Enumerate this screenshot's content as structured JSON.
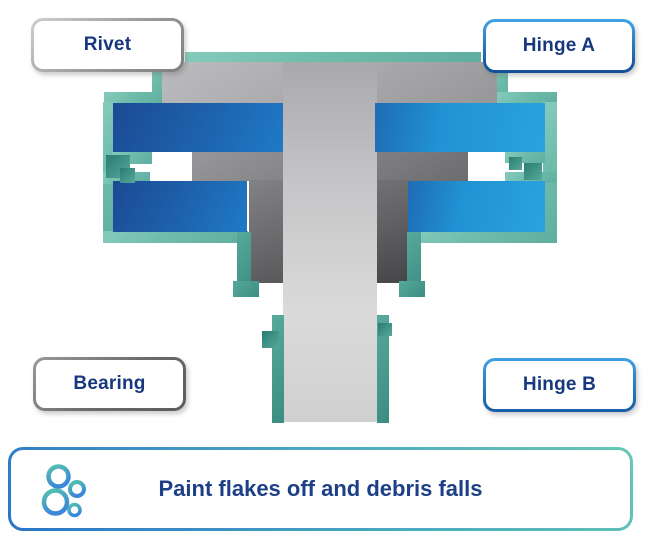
{
  "diagram": {
    "title_hint": "Cross-section of riveted hinge joint with flaking paint coating",
    "labels": {
      "rivet": "Rivet",
      "hinge_a": "Hinge A",
      "bearing": "Bearing",
      "hinge_b": "Hinge B"
    },
    "caption": {
      "text": "Paint flakes off and debris falls",
      "icon": "bubbles-icon"
    },
    "colors": {
      "label_text": "#17387f",
      "caption_text": "#1c3f87",
      "coating_teal_light": "#6fbcac",
      "coating_teal_mid": "#3a8d81",
      "debris_teal_dark": "#2a7d72",
      "hinge_left_blue_dark": "#1c4a94",
      "hinge_left_blue_light": "#1f7ac6",
      "hinge_right_blue": "#2193d4",
      "rivet_gray_light": "#dadada",
      "rivet_gray_dark": "#454548",
      "neutral_border_light": "#9a9a9a",
      "neutral_border_dark": "#6a6a6a",
      "hinge_border_light": "#41a3e3",
      "hinge_border_dark": "#124e99",
      "banner_border_teal": "#66c8b4",
      "banner_border_blue": "#2a74c9"
    }
  }
}
